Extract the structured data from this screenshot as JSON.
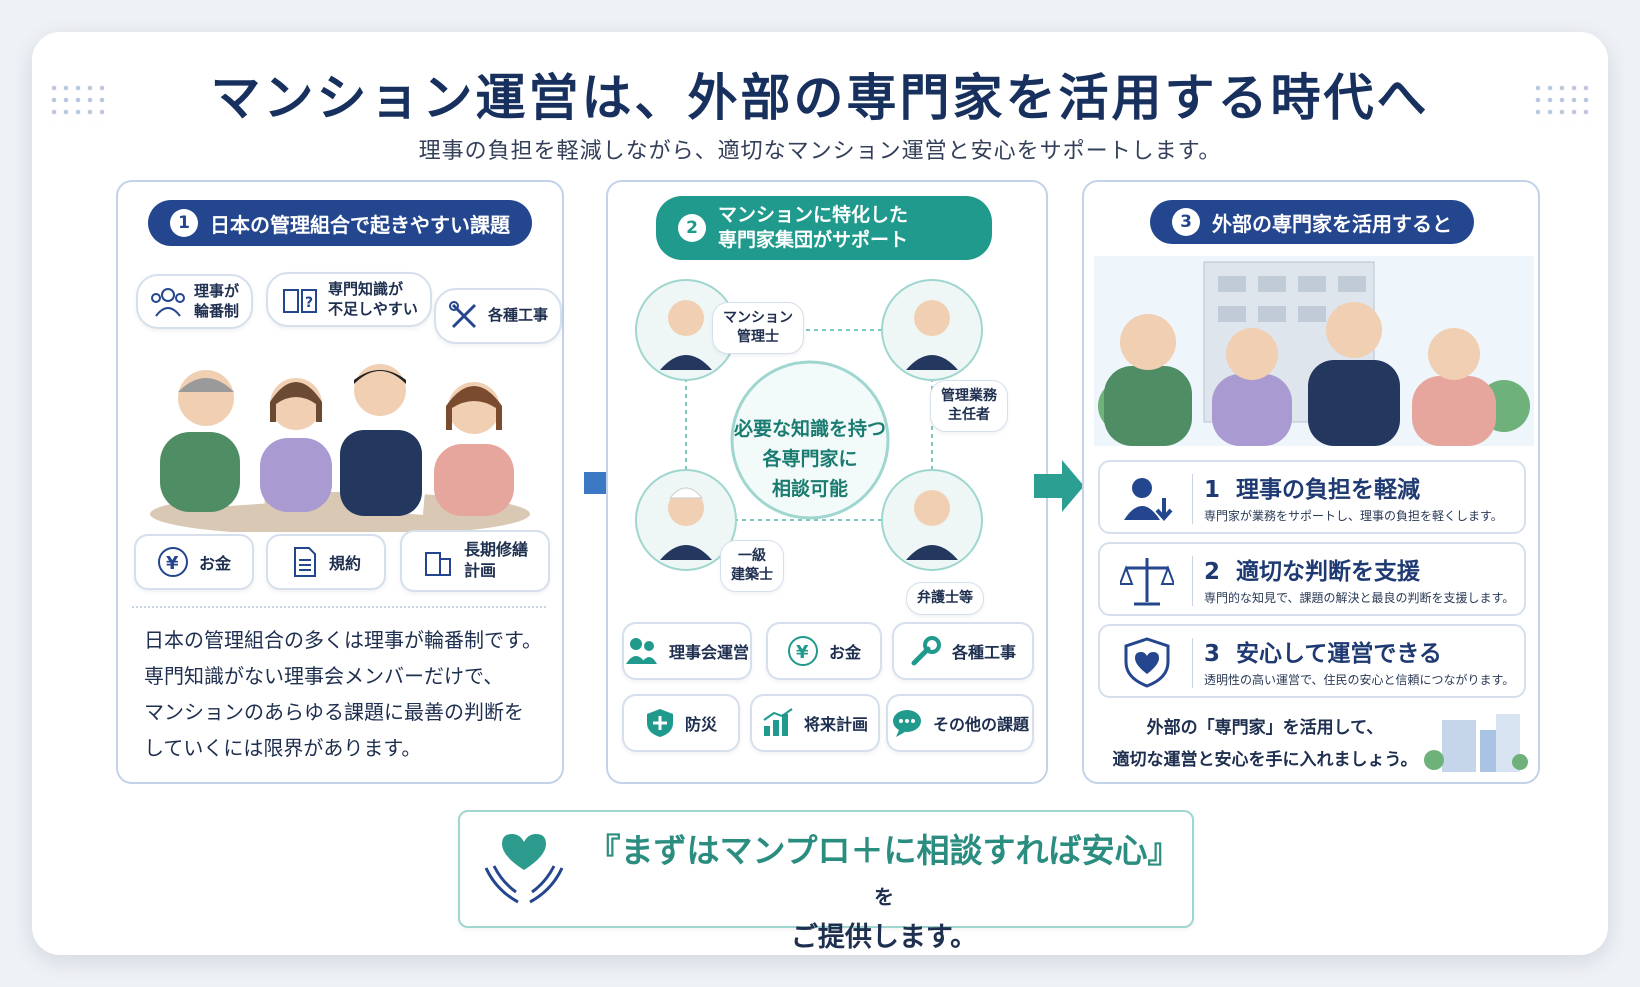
{
  "header": {
    "title": "マンション運営は、外部の専門家を活用する時代へ",
    "subtitle": "理事の負担を軽減しながら、適切なマンション運営と安心をサポートします。"
  },
  "panel1": {
    "num": "1",
    "title": "日本の管理組合で起きやすい課題",
    "bubbles": [
      "理事が\n輪番制",
      "専門知識が\n不足しやすい",
      "各種工事"
    ],
    "tags": [
      "お金",
      "規約",
      "長期修繕\n計画"
    ],
    "description": [
      "日本の管理組合の多くは理事が輪番制です。",
      "専門知識がない理事会メンバーだけで、",
      "マンションのあらゆる課題に最善の判断を",
      "していくには限界があります。"
    ]
  },
  "panel2": {
    "num": "2",
    "title_line1": "マンションに特化した",
    "title_line2": "専門家集団がサポート",
    "experts": [
      "マンション\n管理士",
      "管理業務\n主任者",
      "一級\n建築士",
      "弁護士等"
    ],
    "center": [
      "必要な知識を持つ",
      "各専門家に",
      "相談可能"
    ],
    "services": [
      "理事会運営",
      "お金",
      "各種工事",
      "防災",
      "将来計画",
      "その他の課題"
    ]
  },
  "panel3": {
    "num": "3",
    "title": "外部の専門家を活用すると",
    "benefits": [
      {
        "num": "1",
        "title": "理事の負担を軽減",
        "desc": "専門家が業務をサポートし、理事の負担を軽くします。"
      },
      {
        "num": "2",
        "title": "適切な判断を支援",
        "desc": "専門的な知見で、課題の解決と最良の判断を支援します。"
      },
      {
        "num": "3",
        "title": "安心して運営できる",
        "desc": "透明性の高い運営で、住民の安心と信頼につながります。"
      }
    ],
    "closing": [
      "外部の「専門家」を活用して、",
      "適切な運営と安心を手に入れましょう。"
    ]
  },
  "footer": {
    "highlight": "『まずはマンプロ＋に相談すれば安心』",
    "suffix": "を",
    "line2": "ご提供します。"
  },
  "colors": {
    "navy": "#24468e",
    "teal": "#1f9a8c",
    "title": "#17305e"
  }
}
